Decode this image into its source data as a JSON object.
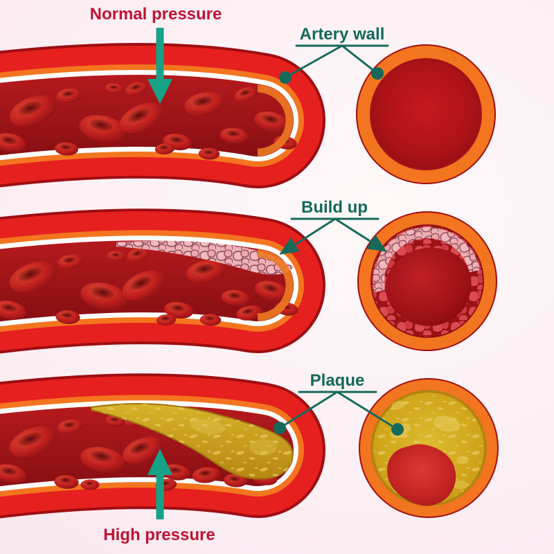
{
  "labels": {
    "normal_pressure": "Normal pressure",
    "artery_wall": "Artery wall",
    "build_up": "Build up",
    "plaque": "Plaque",
    "high_pressure": "High pressure"
  },
  "colors": {
    "bg_inner": "#fef8f9",
    "bg_outer": "#f5e0e8",
    "label_red": "#c01334",
    "label_teal": "#136a59",
    "pointer_teal": "#15695b",
    "arrow_teal": "#16a287",
    "artery_red": "#e6201e",
    "artery_dark": "#9e0e13",
    "artery_orange": "#f3751f",
    "wall_white": "#ffffff",
    "lumen_top": "#c41d21",
    "lumen_bottom": "#760b0f",
    "cell_red": "#c1201f",
    "buildup_pink": "#f6ccd2",
    "pebble_red": "#da4a50",
    "plaque_yellow": "#d0a51a",
    "plaque_deep": "#b5830f",
    "blob_red": "#c0201f"
  }
}
